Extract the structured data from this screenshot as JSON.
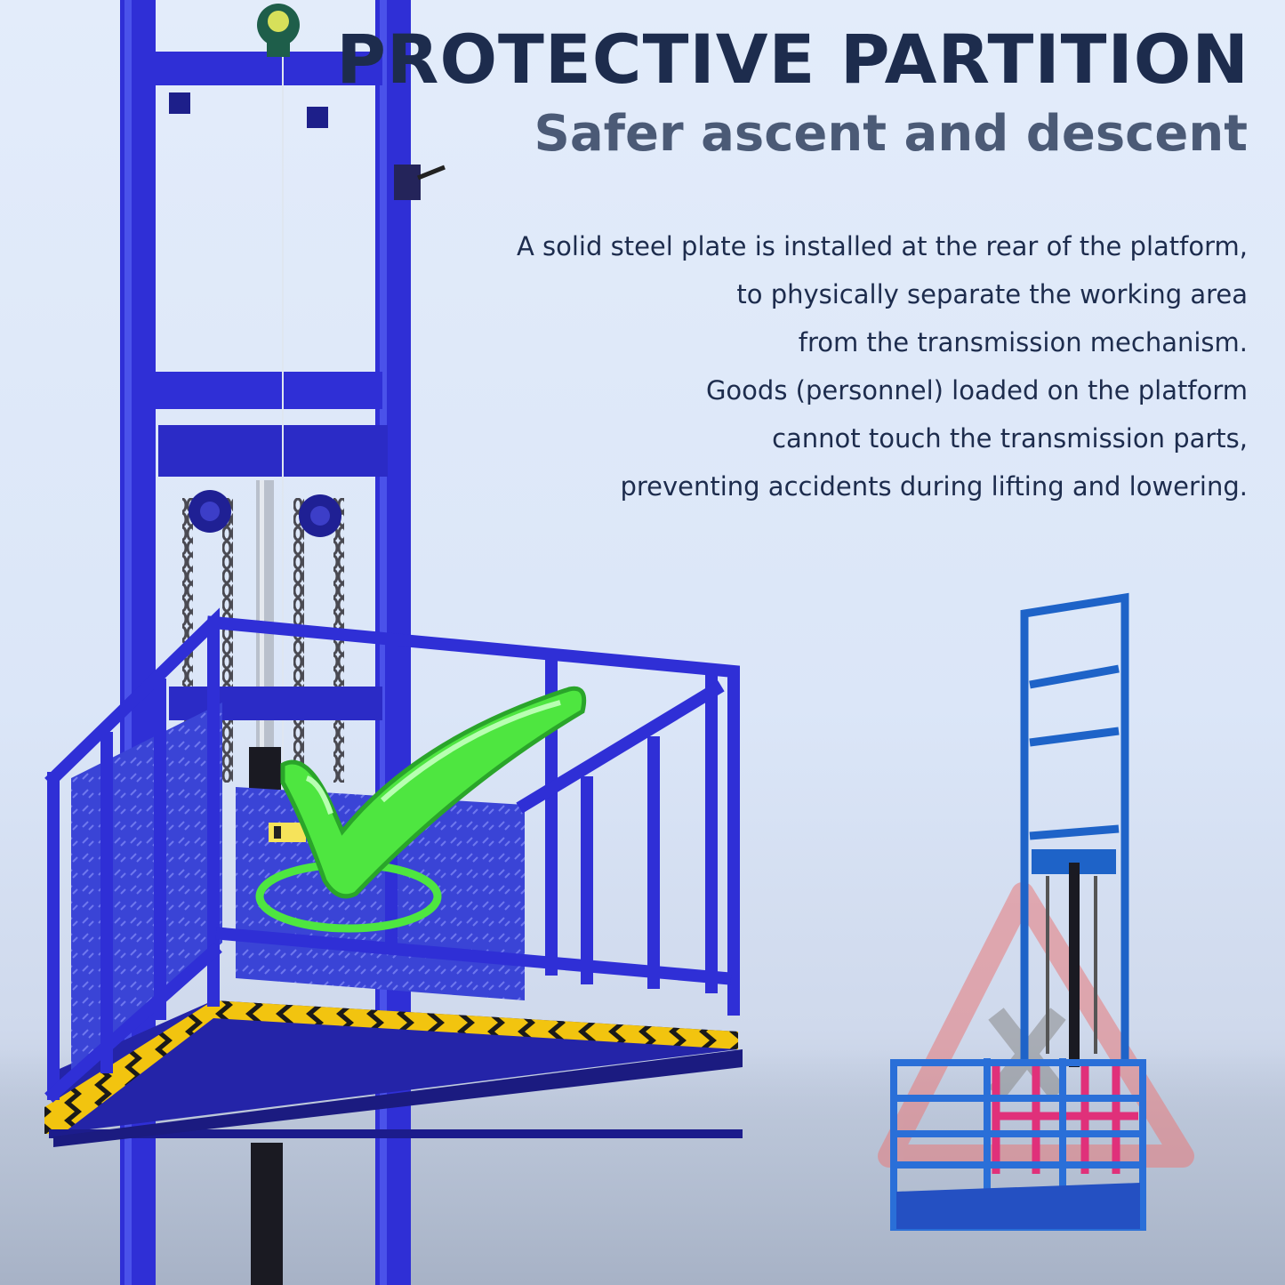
{
  "heading": {
    "title": "PROTECTIVE PARTITION",
    "subtitle": "Safer ascent and descent"
  },
  "description": {
    "lines": [
      "A solid steel plate is installed at the rear of the platform,",
      "to physically separate the working area",
      "from the transmission mechanism.",
      "Goods (personnel) loaded on the platform",
      "cannot touch the transmission parts,",
      "preventing accidents during lifting and lowering."
    ]
  },
  "colors": {
    "frame_blue": "#2f2fd6",
    "plate_blue": "#3b45d8",
    "check_green": "#4ee640",
    "hazard_yellow": "#f2c40f",
    "highlight_pink": "#e0307a",
    "warning_red": "#e87a7a",
    "text_dark": "#1d2c4d",
    "text_gray": "#4b5a76"
  },
  "icons": {
    "checkmark": "checkmark-icon",
    "warning": "warning-triangle-icon",
    "gauge": "tension-gauge-icon"
  }
}
